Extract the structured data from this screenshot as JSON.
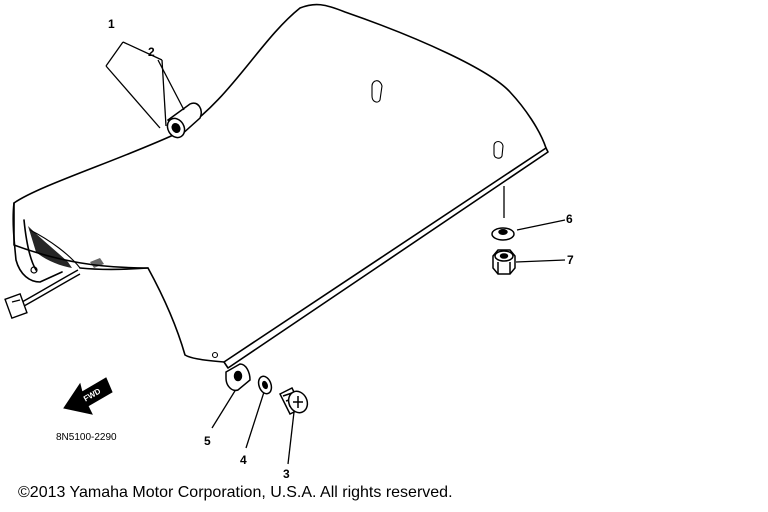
{
  "callouts": [
    {
      "id": "c1",
      "label": "1"
    },
    {
      "id": "c2",
      "label": "2"
    },
    {
      "id": "c3",
      "label": "3"
    },
    {
      "id": "c4",
      "label": "4"
    },
    {
      "id": "c5",
      "label": "5"
    },
    {
      "id": "c6",
      "label": "6"
    },
    {
      "id": "c7",
      "label": "7"
    }
  ],
  "diagram_code": "8N5100-2290",
  "direction_label": "FWD",
  "copyright": "©2013 Yamaha Motor Corporation, U.S.A. All rights reserved."
}
